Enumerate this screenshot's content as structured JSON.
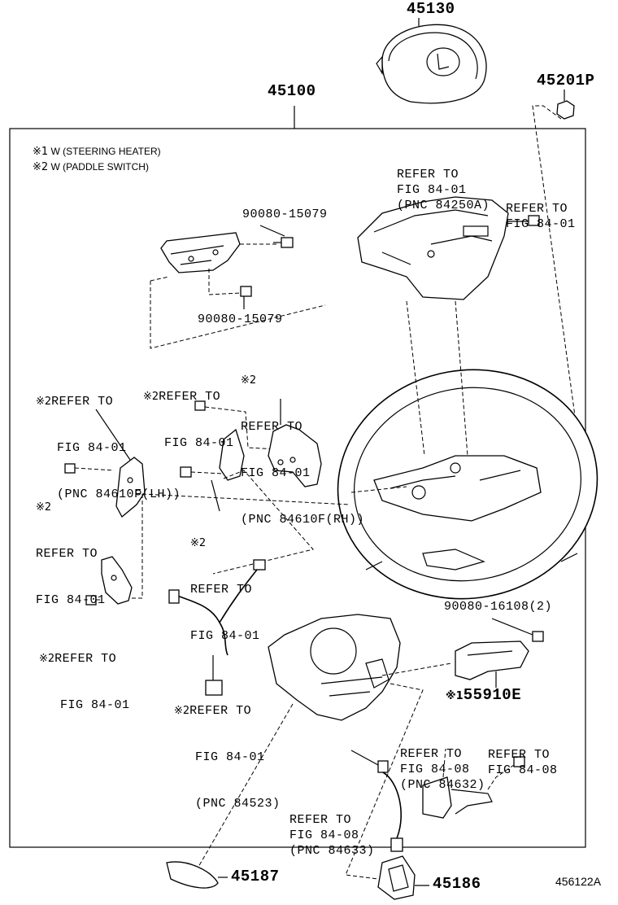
{
  "part_numbers": {
    "airbag": "45130",
    "nut": "45201P",
    "wheel_assy": "45100",
    "bolt_upper_1": "90080-15079",
    "bolt_upper_2": "90080-15079",
    "bolt_ecu": "90080-16108(2)",
    "ecu": "55910E",
    "cover_lower": "45187",
    "cover_bottom": "45186"
  },
  "notes": {
    "note1": "W (STEERING HEATER)",
    "note2": "W (PADDLE SWITCH)",
    "note1_mark": "※1",
    "note2_mark": "※2"
  },
  "refs": {
    "top_switch": [
      "REFER TO",
      "FIG 84-01",
      "(PNC 84250A)"
    ],
    "top_right": [
      "REFER TO",
      "FIG 84-01"
    ],
    "paddle_lh": [
      "REFER TO",
      "FIG 84-01",
      "(PNC 84610F(LH))"
    ],
    "mid_a": [
      "REFER TO",
      "FIG 84-01"
    ],
    "paddle_rh": [
      "REFER TO",
      "FIG 84-01",
      "(PNC 84610F(RH))"
    ],
    "left_mid": [
      "REFER TO",
      "FIG 84-01"
    ],
    "center_mid": [
      "REFER TO",
      "FIG 84-01"
    ],
    "left_low": [
      "REFER TO",
      "FIG 84-01"
    ],
    "harness": [
      "REFER TO",
      "FIG 84-01",
      "(PNC 84523)"
    ],
    "fig0808_a": [
      "REFER TO",
      "FIG 84-08",
      "(PNC 84632)"
    ],
    "fig0808_b": [
      "REFER TO",
      "FIG 84-08"
    ],
    "fig0808_c": [
      "REFER TO",
      "FIG 84-08",
      "(PNC 84633)"
    ]
  },
  "marks": {
    "m2": "※2",
    "m1": "※1"
  },
  "illustration_code": "456122A"
}
